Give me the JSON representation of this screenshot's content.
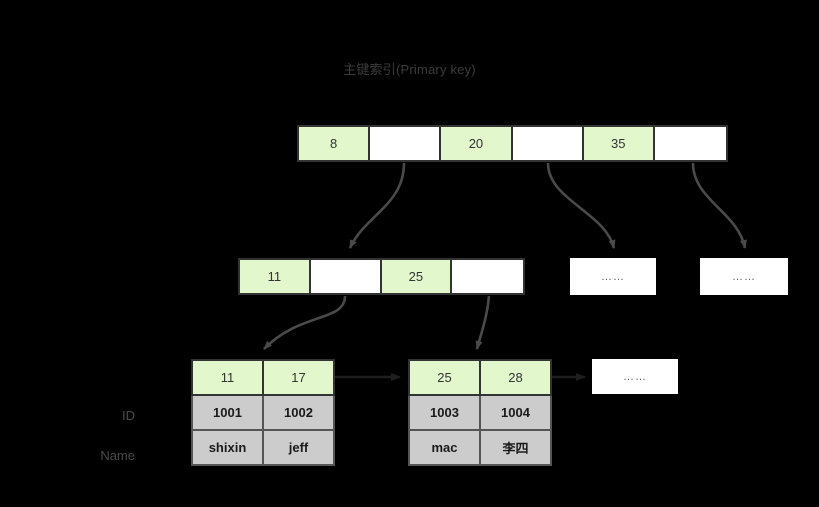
{
  "diagram": {
    "title": "主键索引(Primary key)",
    "ellipsis": "……",
    "colors": {
      "background": "#000000",
      "key_cell": "#e3f7cd",
      "data_cell": "#cccccc",
      "border": "#333333",
      "arrow": "#4a4a4a",
      "title_text": "#3c3c3c",
      "label_text": "#4a4a4a"
    }
  },
  "root_node": {
    "name": "root-index-node",
    "cells": [
      {
        "value": "8",
        "type": "key"
      },
      {
        "value": "",
        "type": "empty"
      },
      {
        "value": "20",
        "type": "key"
      },
      {
        "value": "",
        "type": "empty"
      },
      {
        "value": "35",
        "type": "key"
      },
      {
        "value": "",
        "type": "empty"
      }
    ]
  },
  "level2_node": {
    "name": "internal-index-node",
    "cells": [
      {
        "value": "11",
        "type": "key"
      },
      {
        "value": "",
        "type": "empty"
      },
      {
        "value": "25",
        "type": "key"
      },
      {
        "value": "",
        "type": "empty"
      }
    ]
  },
  "placeholders": [
    {
      "name": "placeholder-mid-1",
      "text": "……"
    },
    {
      "name": "placeholder-mid-2",
      "text": "……"
    },
    {
      "name": "placeholder-leaf",
      "text": "……"
    }
  ],
  "row_labels": {
    "id": "ID",
    "name": "Name"
  },
  "leaves": [
    {
      "name": "leaf-node-1",
      "keys": [
        "11",
        "17"
      ],
      "ids": [
        "1001",
        "1002"
      ],
      "names": [
        "shixin",
        "jeff"
      ]
    },
    {
      "name": "leaf-node-2",
      "keys": [
        "25",
        "28"
      ],
      "ids": [
        "1003",
        "1004"
      ],
      "names": [
        "mac",
        "李四"
      ]
    }
  ]
}
